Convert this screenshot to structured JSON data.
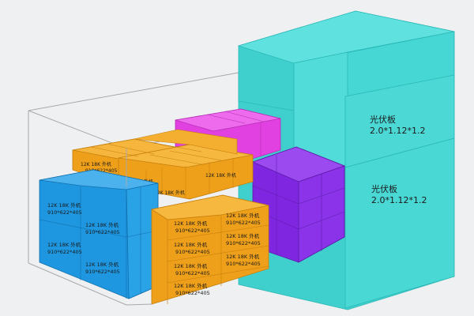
{
  "colors": {
    "background": "#eef0f1",
    "container_edge": "#a9a9a9",
    "solar_panel": "#44d6d4",
    "outdoor_unit_orange": "#f0a21b",
    "outdoor_unit_blue": "#1f9be3",
    "magenta_cargo": "#e64ae6",
    "purple_cargo": "#8a2fe8"
  },
  "cargo": {
    "solar_panel": {
      "name": "光伏板",
      "size": "2.0*1.12*1.2"
    },
    "outdoor_unit": {
      "name": "12K 18K 外机",
      "size": "910*622*405"
    }
  }
}
